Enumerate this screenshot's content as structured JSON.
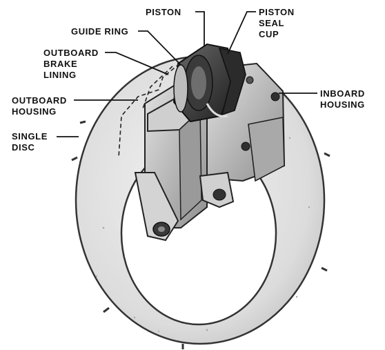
{
  "labels": {
    "piston": "PISTON",
    "piston_seal_cup_1": "PISTON",
    "piston_seal_cup_2": "SEAL",
    "piston_seal_cup_3": "CUP",
    "guide_ring": "GUIDE RING",
    "outboard_brake_lining_1": "OUTBOARD",
    "outboard_brake_lining_2": "BRAKE",
    "outboard_brake_lining_3": "LINING",
    "outboard_housing_1": "OUTBOARD",
    "outboard_housing_2": "HOUSING",
    "inboard_housing_1": "INBOARD",
    "inboard_housing_2": "HOUSING",
    "single_disc_1": "SINGLE",
    "single_disc_2": "DISC"
  }
}
